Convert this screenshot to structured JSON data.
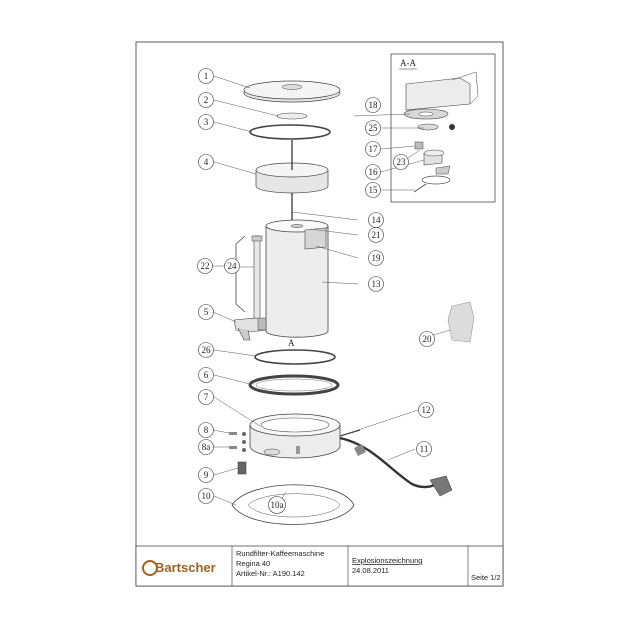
{
  "parts": [
    {
      "id": "p1",
      "label": "1"
    },
    {
      "id": "p2",
      "label": "2"
    },
    {
      "id": "p3",
      "label": "3"
    },
    {
      "id": "p4",
      "label": "4"
    },
    {
      "id": "p22",
      "label": "22"
    },
    {
      "id": "p24",
      "label": "24"
    },
    {
      "id": "p5",
      "label": "5"
    },
    {
      "id": "p26",
      "label": "26"
    },
    {
      "id": "p6",
      "label": "6"
    },
    {
      "id": "p7",
      "label": "7"
    },
    {
      "id": "p8",
      "label": "8"
    },
    {
      "id": "p8a",
      "label": "8a"
    },
    {
      "id": "p9",
      "label": "9"
    },
    {
      "id": "p10",
      "label": "10"
    },
    {
      "id": "p10a",
      "label": "10a"
    },
    {
      "id": "p14",
      "label": "14"
    },
    {
      "id": "p21",
      "label": "21"
    },
    {
      "id": "p19",
      "label": "19"
    },
    {
      "id": "p13",
      "label": "13"
    },
    {
      "id": "p20",
      "label": "20"
    },
    {
      "id": "p12",
      "label": "12"
    },
    {
      "id": "p11",
      "label": "11"
    },
    {
      "id": "p18",
      "label": "18"
    },
    {
      "id": "p25",
      "label": "25"
    },
    {
      "id": "p17",
      "label": "17"
    },
    {
      "id": "p23",
      "label": "23"
    },
    {
      "id": "p16",
      "label": "16"
    },
    {
      "id": "p15",
      "label": "15"
    }
  ],
  "section_label": "A-A",
  "section_marker": "A",
  "title_block": {
    "brand": "Bartscher",
    "product_line1": "Rundfilter-Kaffeemaschine",
    "product_line2": "Regina 40",
    "article": "Artikel-Nr.: A190.142",
    "drawing_type": "Explosionszeichnung",
    "date": "24.08.2011",
    "page": "Seite 1/2"
  }
}
